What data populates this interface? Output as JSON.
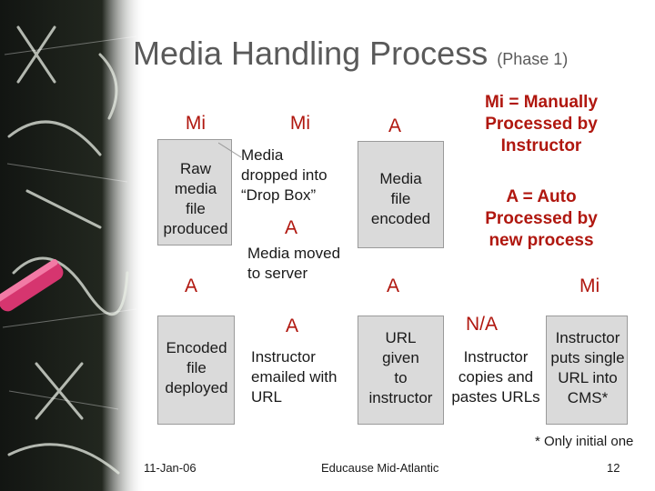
{
  "slide": {
    "title": "Media Handling Process",
    "subtitle": "(Phase 1)"
  },
  "steps": {
    "s1": {
      "code": "Mi",
      "text": "Raw\nmedia\nfile\nproduced"
    },
    "s2": {
      "code": "Mi",
      "text": "Media\ndropped into\n“Drop Box”"
    },
    "s3": {
      "code": "A",
      "text": "Media moved\nto server"
    },
    "s4": {
      "code": "A",
      "text": "Media\nfile\nencoded"
    },
    "s5": {
      "code": "A",
      "text": "Encoded\nfile\ndeployed"
    },
    "s6": {
      "code": "A",
      "text": "Instructor\nemailed with\nURL"
    },
    "s7": {
      "code": "A",
      "text": "URL\ngiven\nto\ninstructor"
    },
    "s8": {
      "code": "N/A",
      "text": "Instructor\ncopies and\npastes URLs"
    },
    "s9": {
      "code": "Mi",
      "text": "Instructor\nputs single\nURL into\nCMS*"
    }
  },
  "legend": {
    "manual": "Mi = Manually\nProcessed by\nInstructor",
    "auto": "A = Auto\nProcessed by\nnew process"
  },
  "footnote": "* Only initial one",
  "footer": {
    "date": "11-Jan-06",
    "event": "Educause Mid-Atlantic",
    "page": "12"
  },
  "colors": {
    "code_red": "#b0170f",
    "box_gray": "#dadada",
    "chalkboard": "#1d211c"
  }
}
